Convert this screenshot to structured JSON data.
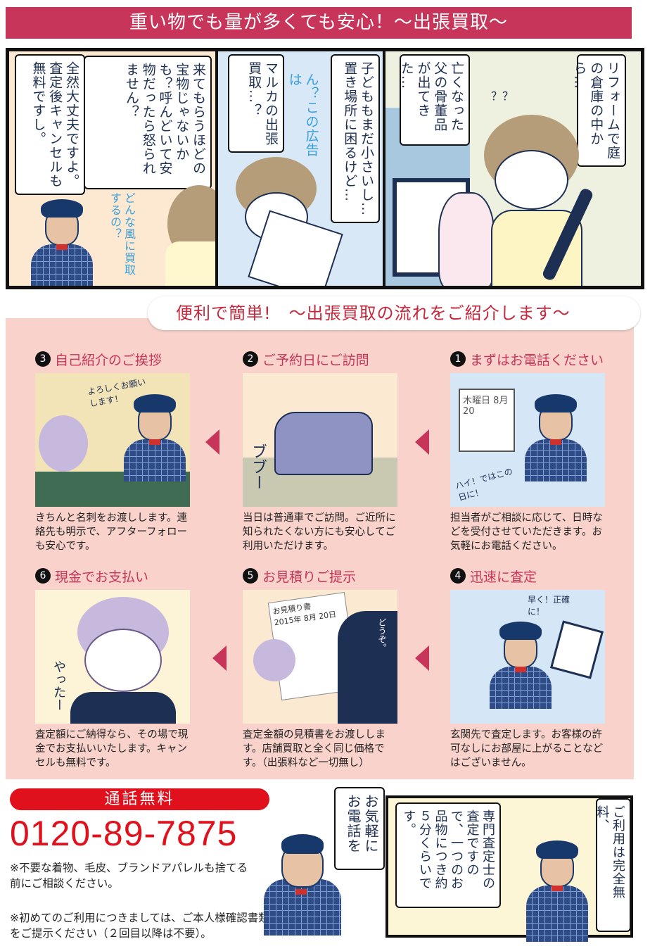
{
  "title": "重い物でも量が多くても安心！～出張買取～",
  "manga": {
    "panel1": {
      "speech1": "リフォームで庭の倉庫の中から…",
      "speech2": "亡くなった父の骨董品が出てきた…",
      "sfx": "？？"
    },
    "panel2": {
      "speech1": "子どももまだ小さいし…置き場所に困るけど…",
      "speech2": "マルカの出張買取…？",
      "thought": "ん？この広告は"
    },
    "panel3": {
      "speech1": "来てもらうほどの宝物じゃないかも？呼んどいて安物だったら怒られません？",
      "thought": "どんな風に買取するの？",
      "speech2": "全然大丈夫ですよ。査定後キャンセルも無料ですし。"
    }
  },
  "flow": {
    "heading": "便利で簡単!　～出張買取の流れをご紹介します～",
    "steps": [
      {
        "num": "1",
        "title": "まずはお電話ください",
        "text": "担当者がご相談に応じて、日時などを受付させていただきます。お気軽にお電話ください。",
        "img_text": "ハイ！ではこの日に！",
        "calendar": "木曜日 8月 20"
      },
      {
        "num": "2",
        "title": "ご予約日にご訪問",
        "text": "当日は普通車でご訪問。ご近所に知られたくない方にも安心してご利用いただけます。",
        "img_text": "ブブー"
      },
      {
        "num": "3",
        "title": "自己紹介のご挨拶",
        "text": "きちんと名刺をお渡しします。連絡先も明示で、アフターフォローも安心です。",
        "img_text": "よろしくお願いします！"
      },
      {
        "num": "4",
        "title": "迅速に査定",
        "text": "玄関先で査定します。お客様の許可なしにお部屋に上がることなどはございません。",
        "img_text": "早く！正確に！"
      },
      {
        "num": "5",
        "title": "お見積りご提示",
        "text": "査定金額の見積書をお渡しします。店舗買取と全く同じ価格です。（出張料など一切無し）",
        "img_text": "どうぞ。",
        "doc_title": "お見積り書",
        "doc_date": "2015年 8月 20日"
      },
      {
        "num": "6",
        "title": "現金でお支払い",
        "text": "査定額にご納得なら、その場で現金でお支払いいたします。キャンセルも無料です。",
        "img_text": "やったー"
      }
    ]
  },
  "contact": {
    "free_label": "通話無料",
    "phone": "0120-89-7875",
    "note1": "※不要な着物、毛皮、ブランドアパレルも捨てる前にご相談ください。",
    "note2": "※初めてのご利用につきましては、ご本人様確認書類をご提示ください（２回目以降は不要）。"
  },
  "bottom_manga": {
    "speech1": "お気軽にお電話を",
    "speech2": "専門査定士の査定ですので、一つのお品物につき約５分くらいです。",
    "speech3": "ご利用は完全無料、"
  },
  "colors": {
    "title_bg": "#c7355a",
    "accent_red": "#e0101c",
    "flow_bg": "#f8d2cb",
    "navy": "#1d2f52"
  }
}
